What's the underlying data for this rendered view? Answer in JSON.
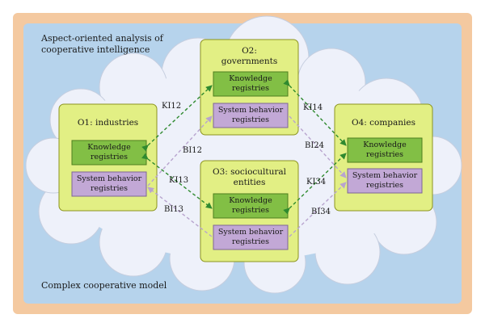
{
  "title_line1": "Aspect-oriented analysis of",
  "title_line2": "cooperative intelligence",
  "footer": "Complex cooperative model",
  "nodes": {
    "o1": {
      "title": "O1: industries",
      "knowledge": "Knowledge registries",
      "system": "System behavior registries"
    },
    "o2": {
      "title_line1": "O2:",
      "title_line2": "governments",
      "knowledge": "Knowledge registries",
      "system": "System behavior registries"
    },
    "o3": {
      "title_line1": "O3: sociocultural",
      "title_line2": "entities",
      "knowledge": "Knowledge registries",
      "system": "System behavior registries"
    },
    "o4": {
      "title": "O4: companies",
      "knowledge": "Knowledge registries",
      "system": "System behavior registries"
    }
  },
  "edges": {
    "ki12": "KI12",
    "bi12": "BI12",
    "ki13": "KI13",
    "bi13": "BI13",
    "ki14": "KI14",
    "bi24": "BI24",
    "ki34": "KI34",
    "bi34": "BI34"
  },
  "colors": {
    "frame": "#f4c9a0",
    "sky": "#b6d3ec",
    "cloud": "#eef1fa",
    "org_box": "#e2ef84",
    "knowledge": "#82bf45",
    "system": "#c2a8d6",
    "knowledge_arrow": "#2f8a2f",
    "system_arrow": "#b8a4ce"
  }
}
